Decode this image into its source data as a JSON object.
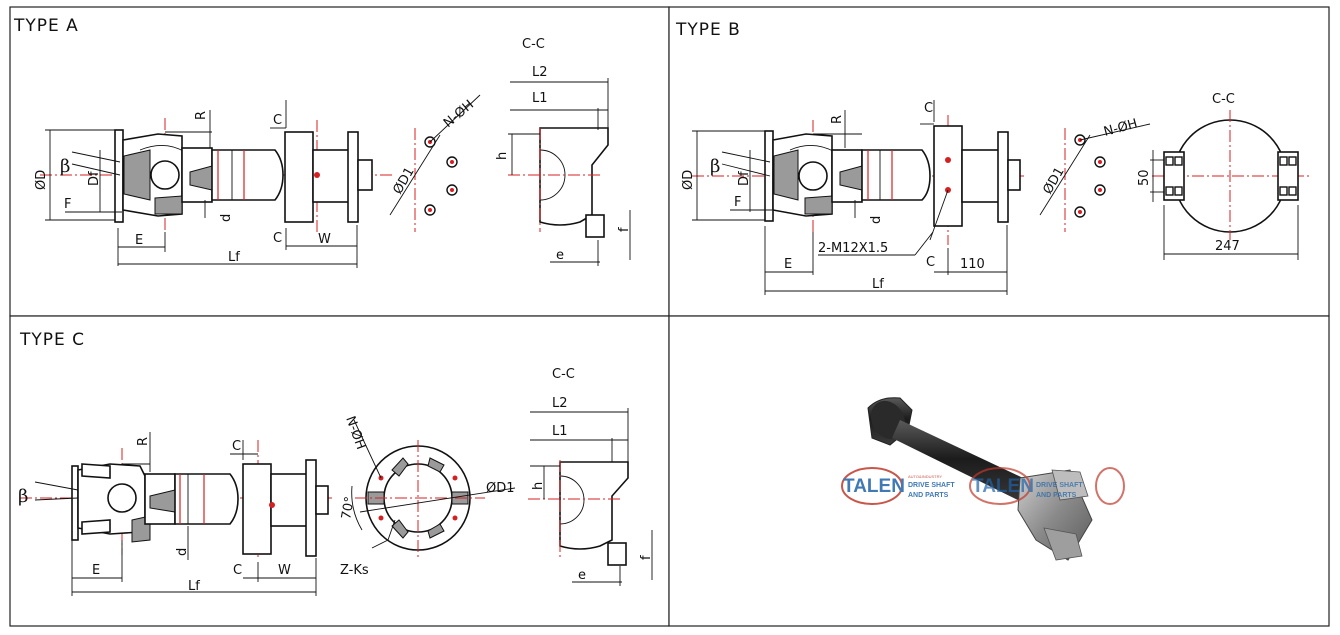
{
  "panels": {
    "type_a": {
      "title": "TYPE A",
      "section": "C-C",
      "labels": {
        "beta": "β",
        "D": "ØD",
        "Df": "Df",
        "F": "F",
        "R": "R",
        "d": "d",
        "E": "E",
        "Lf": "Lf",
        "C_top": "C",
        "C_bottom": "C",
        "W": "W",
        "D1": "ØD1",
        "NH": "N-ØH",
        "L1": "L1",
        "L2": "L2",
        "h": "h",
        "e": "e",
        "f": "f"
      }
    },
    "type_b": {
      "title": "TYPE B",
      "section": "C-C",
      "labels": {
        "beta": "β",
        "D": "ØD",
        "Df": "Df",
        "F": "F",
        "R": "R",
        "d": "d",
        "E": "E",
        "Lf": "Lf",
        "C_top": "C",
        "C_bottom": "C",
        "thread": "2-M12X1.5",
        "dim110": "110",
        "D1": "ØD1",
        "NH": "N-ØH",
        "dim50": "50",
        "dim247": "247"
      }
    },
    "type_c": {
      "title": "TYPE C",
      "section": "C-C",
      "labels": {
        "beta": "β",
        "R": "R",
        "d": "d",
        "E": "E",
        "Lf": "Lf",
        "C_top": "C",
        "C_bottom": "C",
        "W": "W",
        "NH": "N-ØH",
        "angle": "70°",
        "D1": "ØD1",
        "ZKs": "Z-Ks",
        "L1": "L1",
        "L2": "L2",
        "h": "h",
        "e": "e",
        "f": "f"
      }
    },
    "photo": {
      "logo": "TALEN",
      "logo_line1": "DRIVE SHAFT",
      "logo_line2": "AND PARTS",
      "logo_tiny": "AUTO&INDUSTRY"
    }
  }
}
